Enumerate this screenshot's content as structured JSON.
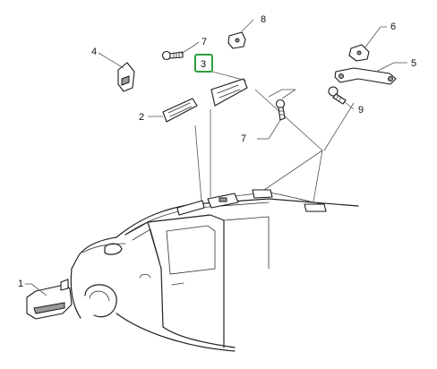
{
  "diagram": {
    "callouts": [
      {
        "id": "c1",
        "label": "1"
      },
      {
        "id": "c2",
        "label": "2"
      },
      {
        "id": "c3",
        "label": "3",
        "highlighted": true,
        "highlight_color": "#2e9e3a"
      },
      {
        "id": "c4",
        "label": "4"
      },
      {
        "id": "c5",
        "label": "5"
      },
      {
        "id": "c6",
        "label": "6"
      },
      {
        "id": "c7a",
        "label": "7"
      },
      {
        "id": "c7b",
        "label": "7"
      },
      {
        "id": "c8",
        "label": "8"
      },
      {
        "id": "c9",
        "label": "9"
      }
    ],
    "colors": {
      "line": "#1a1a1a",
      "highlight": "#2e9e3a",
      "background": "#ffffff"
    }
  }
}
